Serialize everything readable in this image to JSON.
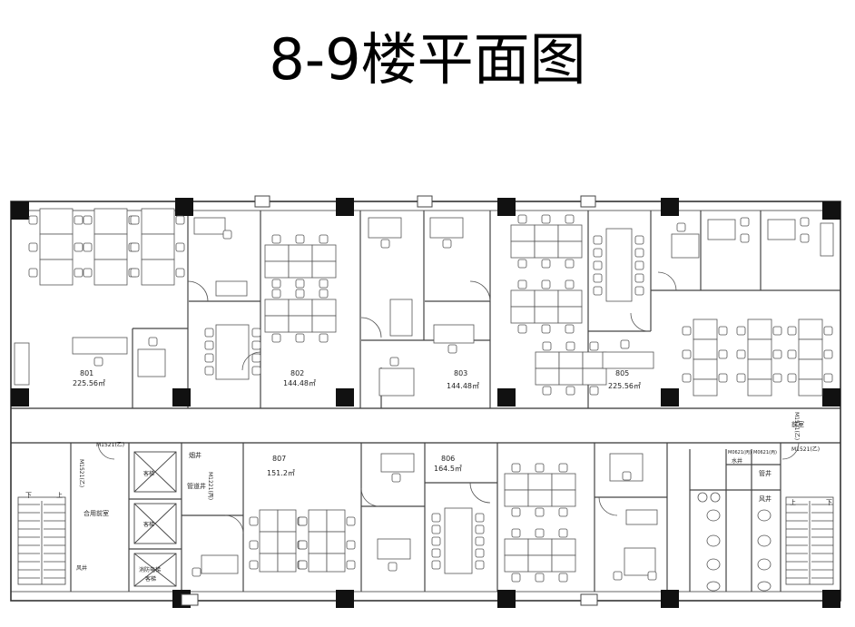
{
  "title": "8-9楼平面图",
  "rooms": {
    "r801": {
      "number": "801",
      "area": "225.56㎡"
    },
    "r802": {
      "number": "802",
      "area": "144.48㎡"
    },
    "r803": {
      "number": "803",
      "area": "144.48㎡"
    },
    "r805": {
      "number": "805",
      "area": "225.56㎡"
    },
    "r806": {
      "number": "806",
      "area": "164.5㎡"
    },
    "r807": {
      "number": "807",
      "area": "151.2㎡"
    }
  },
  "labels": {
    "shared_lobby": "合用前室",
    "front_room": "前室",
    "elevator1": "客梯",
    "elevator2": "客梯",
    "fire_elevator": "消防电梯",
    "fire_elevator_sub": "客梯",
    "pipe_shaft": "管道井",
    "pipe_well": "管井",
    "smoke_shaft": "烟井",
    "wind_shaft_left": "风井",
    "wind_shaft_right": "风井",
    "water_well": "水井",
    "stair_down_left": "下",
    "stair_up_left": "上",
    "stair_down_right": "下",
    "stair_up_right": "上",
    "door_m1521_left": "M1521(乙)",
    "door_m1521_left_v": "M1521(乙)",
    "door_m1521_right": "M1521(乙)",
    "door_m1521_right_v": "M1521(乙)",
    "door_m1221": "M1221(丙)",
    "door_m0621_a": "M0621(丙)",
    "door_m0621_b": "M0621(丙)"
  }
}
